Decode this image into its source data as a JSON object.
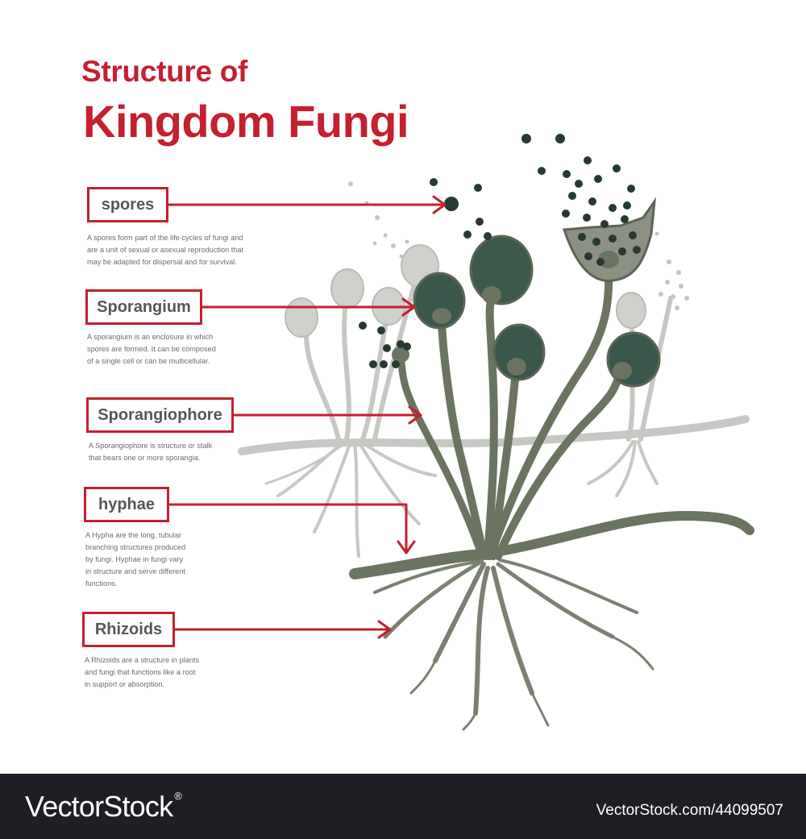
{
  "title": {
    "line1": "Structure of",
    "line2": "Kingdom Fungi"
  },
  "colors": {
    "accent": "#c4202f",
    "label_text": "#555759",
    "body_text": "#6b6b6b",
    "fungus_main": "#6b7361",
    "fungus_dark": "#2c3f34",
    "sporangium_fill": "#39574a",
    "fungus_faded": "#c6c9c3",
    "footer_bg": "#1d1f24"
  },
  "parts": [
    {
      "id": "spores",
      "label": "spores",
      "description": "A spores form part of the life cycles of fungi and\nare a unit of sexual or asexual reproduction that\nmay be adapted for dispersal and for survival."
    },
    {
      "id": "sporangium",
      "label": "Sporangium",
      "description": "A sporangium is an enclosure in which\nspores are formed. It can be composed\nof a single cell or can be multicellular."
    },
    {
      "id": "sporangiophore",
      "label": "Sporangiophore",
      "description": "A Sporangiophore is structure or stalk\nthat bears one or more sporangia."
    },
    {
      "id": "hyphae",
      "label": "hyphae",
      "description": "A Hypha are the long, tubular\nbranching structures produced\nby fungi.  Hyphae in fungi vary\nin structure and serve different\nfunctions."
    },
    {
      "id": "rhizoids",
      "label": "Rhizoids",
      "description": "A Rhizoids are a structure in plants\nand fungi that functions like a root\nin support or absorption."
    }
  ],
  "footer": {
    "brand": "VectorStock",
    "brand_mark": "®",
    "image_id": "VectorStock.com/44099507"
  }
}
